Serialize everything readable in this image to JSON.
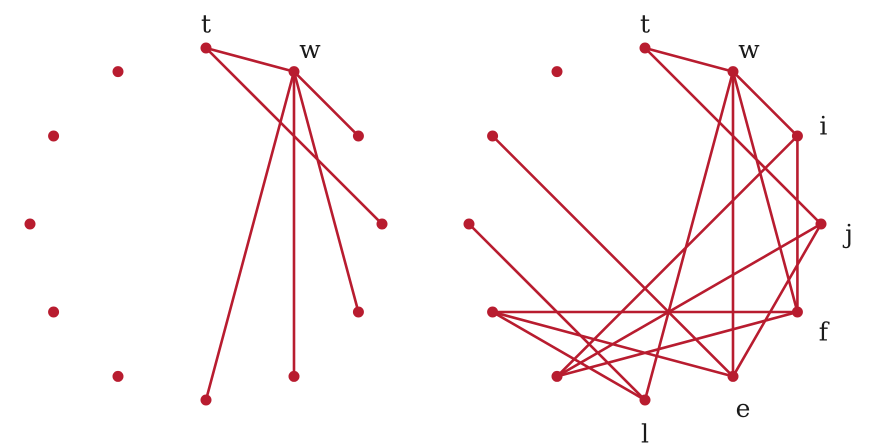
{
  "colors": {
    "edge": "#b81c2f",
    "node": "#b81c2f",
    "label": "#1a1a1a"
  },
  "graphs": [
    {
      "name": "left-graph",
      "node_count": 12,
      "labels": {
        "0": "t",
        "1": "w"
      },
      "edges": [
        [
          0,
          1
        ],
        [
          0,
          3
        ],
        [
          1,
          2
        ],
        [
          1,
          4
        ],
        [
          1,
          5
        ],
        [
          1,
          6
        ]
      ]
    },
    {
      "name": "right-graph",
      "node_count": 12,
      "labels": {
        "0": "t",
        "1": "w",
        "2": "i",
        "3": "j",
        "4": "f",
        "5": "e",
        "6": "l"
      },
      "edges": [
        [
          0,
          1
        ],
        [
          0,
          3
        ],
        [
          1,
          2
        ],
        [
          1,
          4
        ],
        [
          1,
          5
        ],
        [
          1,
          6
        ],
        [
          2,
          4
        ],
        [
          7,
          2
        ],
        [
          7,
          3
        ],
        [
          7,
          4
        ],
        [
          3,
          5
        ],
        [
          8,
          4
        ],
        [
          8,
          5
        ],
        [
          8,
          6
        ],
        [
          9,
          6
        ],
        [
          10,
          5
        ]
      ]
    }
  ]
}
